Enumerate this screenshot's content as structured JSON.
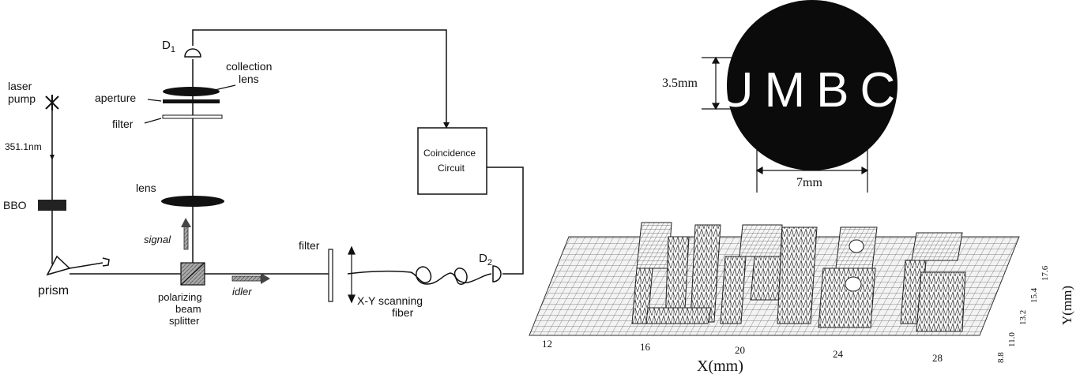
{
  "setup": {
    "laser_pump": [
      "laser",
      "pump"
    ],
    "wavelength": "351.1nm",
    "bbo": "BBO",
    "prism": "prism",
    "pbs": [
      "polarizing",
      "beam",
      "splitter"
    ],
    "signal": "signal",
    "idler": "idler",
    "lens": "lens",
    "filter_top": "filter",
    "aperture": "aperture",
    "collection_lens": [
      "collection",
      "lens"
    ],
    "d1": "D",
    "d1_sub": "1",
    "coincidence": [
      "Coincidence",
      "Circuit"
    ],
    "filter_right": "filter",
    "scanning": [
      "X-Y scanning",
      "fiber"
    ],
    "d2": "D",
    "d2_sub": "2"
  },
  "mask": {
    "letters": "UMBC",
    "height_label": "3.5mm",
    "width_label": "7mm"
  },
  "plot": {
    "x_ticks": [
      "12",
      "16",
      "20",
      "24",
      "28"
    ],
    "x_label": "X(mm)",
    "y_ticks": [
      "8.8",
      "11.0",
      "13.2",
      "15.4",
      "17.6"
    ],
    "y_label": "Y(mm)"
  }
}
